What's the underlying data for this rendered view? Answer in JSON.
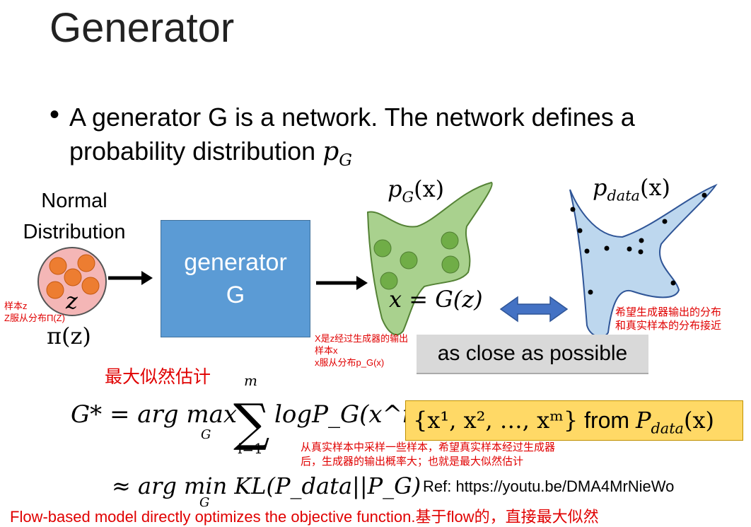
{
  "title": "Generator",
  "bullet": {
    "text": "A generator G is a network. The network defines a probability distribution",
    "math_main": "p",
    "math_sub": "G"
  },
  "normal": {
    "line1": "Normal",
    "line2": "Distribution",
    "z": "z",
    "pi": "π(z)"
  },
  "generator_box": {
    "line1": "generator",
    "line2": "G"
  },
  "pg_label": {
    "main": "p",
    "sub": "G",
    "arg": "(x)"
  },
  "pdata_label": {
    "main": "p",
    "sub": "data",
    "arg": "(x)"
  },
  "x_eq": "x = G(z)",
  "notes": {
    "sample_z_1": "样本z",
    "sample_z_2": "Z服从分布Π(Z)",
    "x_note_1": "X是z经过生成器的输出",
    "x_note_2": "样本x",
    "x_note_3": "x服从分布p_G(x)",
    "hope_1": "希望生成器输出的分布",
    "hope_2": "和真实样本的分布接近",
    "mle_heading": "最大似然估计",
    "sample_1": "从真实样本中采样一些样本，希望真实样本经过生成器",
    "sample_2": "后，生成器的输出概率大；也就是最大似然估计"
  },
  "close_text": "as close as possible",
  "equation": {
    "lhs": "G* = arg max",
    "under_max": "G",
    "sum_top": "m",
    "sum_bottom": "i=1",
    "term": "logP_G(x^i)",
    "line2": "≈ arg min KL(P_data||P_G)",
    "under_min": "G"
  },
  "from_box": {
    "set": "{x¹, x², …, xᵐ}",
    "word": "from",
    "P": "P",
    "sub": "data",
    "arg": "(x)"
  },
  "ref": "Ref: https://youtu.be/DMA4MrNieWo",
  "footer": "Flow-based model directly optimizes the objective function.基于flow的，直接最大似然",
  "colors": {
    "gen_box": "#5b9bd5",
    "pg_fill": "#a9d18e",
    "pdata_fill": "#bdd7ee",
    "circle_fill": "#f4b6b6",
    "from_box": "#ffd966",
    "note_red": "#e00000"
  }
}
